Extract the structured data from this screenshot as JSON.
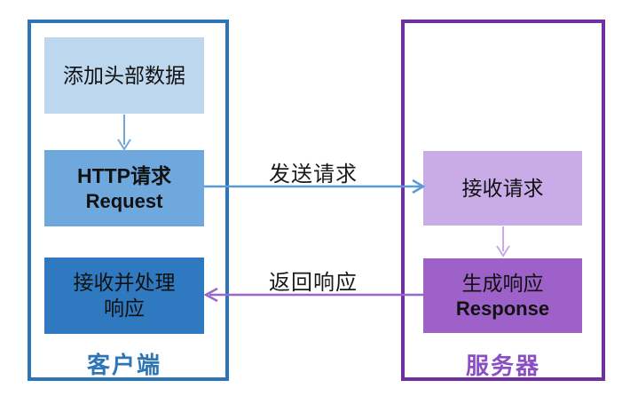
{
  "diagram": {
    "client": {
      "label": "客户端",
      "box_add_header": "添加头部数据",
      "box_http_request_line1": "HTTP请求",
      "box_http_request_line2": "Request",
      "box_receive_line1": "接收并处理",
      "box_receive_line2": "响应"
    },
    "server": {
      "label": "服务器",
      "box_receive_request": "接收请求",
      "box_generate_line1": "生成响应",
      "box_generate_line2": "Response"
    },
    "arrows": {
      "send_label": "发送请求",
      "return_label": "返回响应"
    },
    "colors": {
      "client_border": "#2E75B6",
      "client_box_light": "#BDD7EE",
      "client_box_medium": "#6FA8DC",
      "client_box_dark": "#2E79C0",
      "client_label_text": "#2E75B6",
      "server_border": "#7030A0",
      "server_box_light": "#C9ABE8",
      "server_box_medium": "#9D61C9",
      "server_label_text": "#8B4FC5",
      "down_arrow_client": "#6FA8DC",
      "down_arrow_server": "#C9ABE8",
      "send_arrow": "#5B9BD5",
      "return_arrow": "#9966CC"
    }
  }
}
